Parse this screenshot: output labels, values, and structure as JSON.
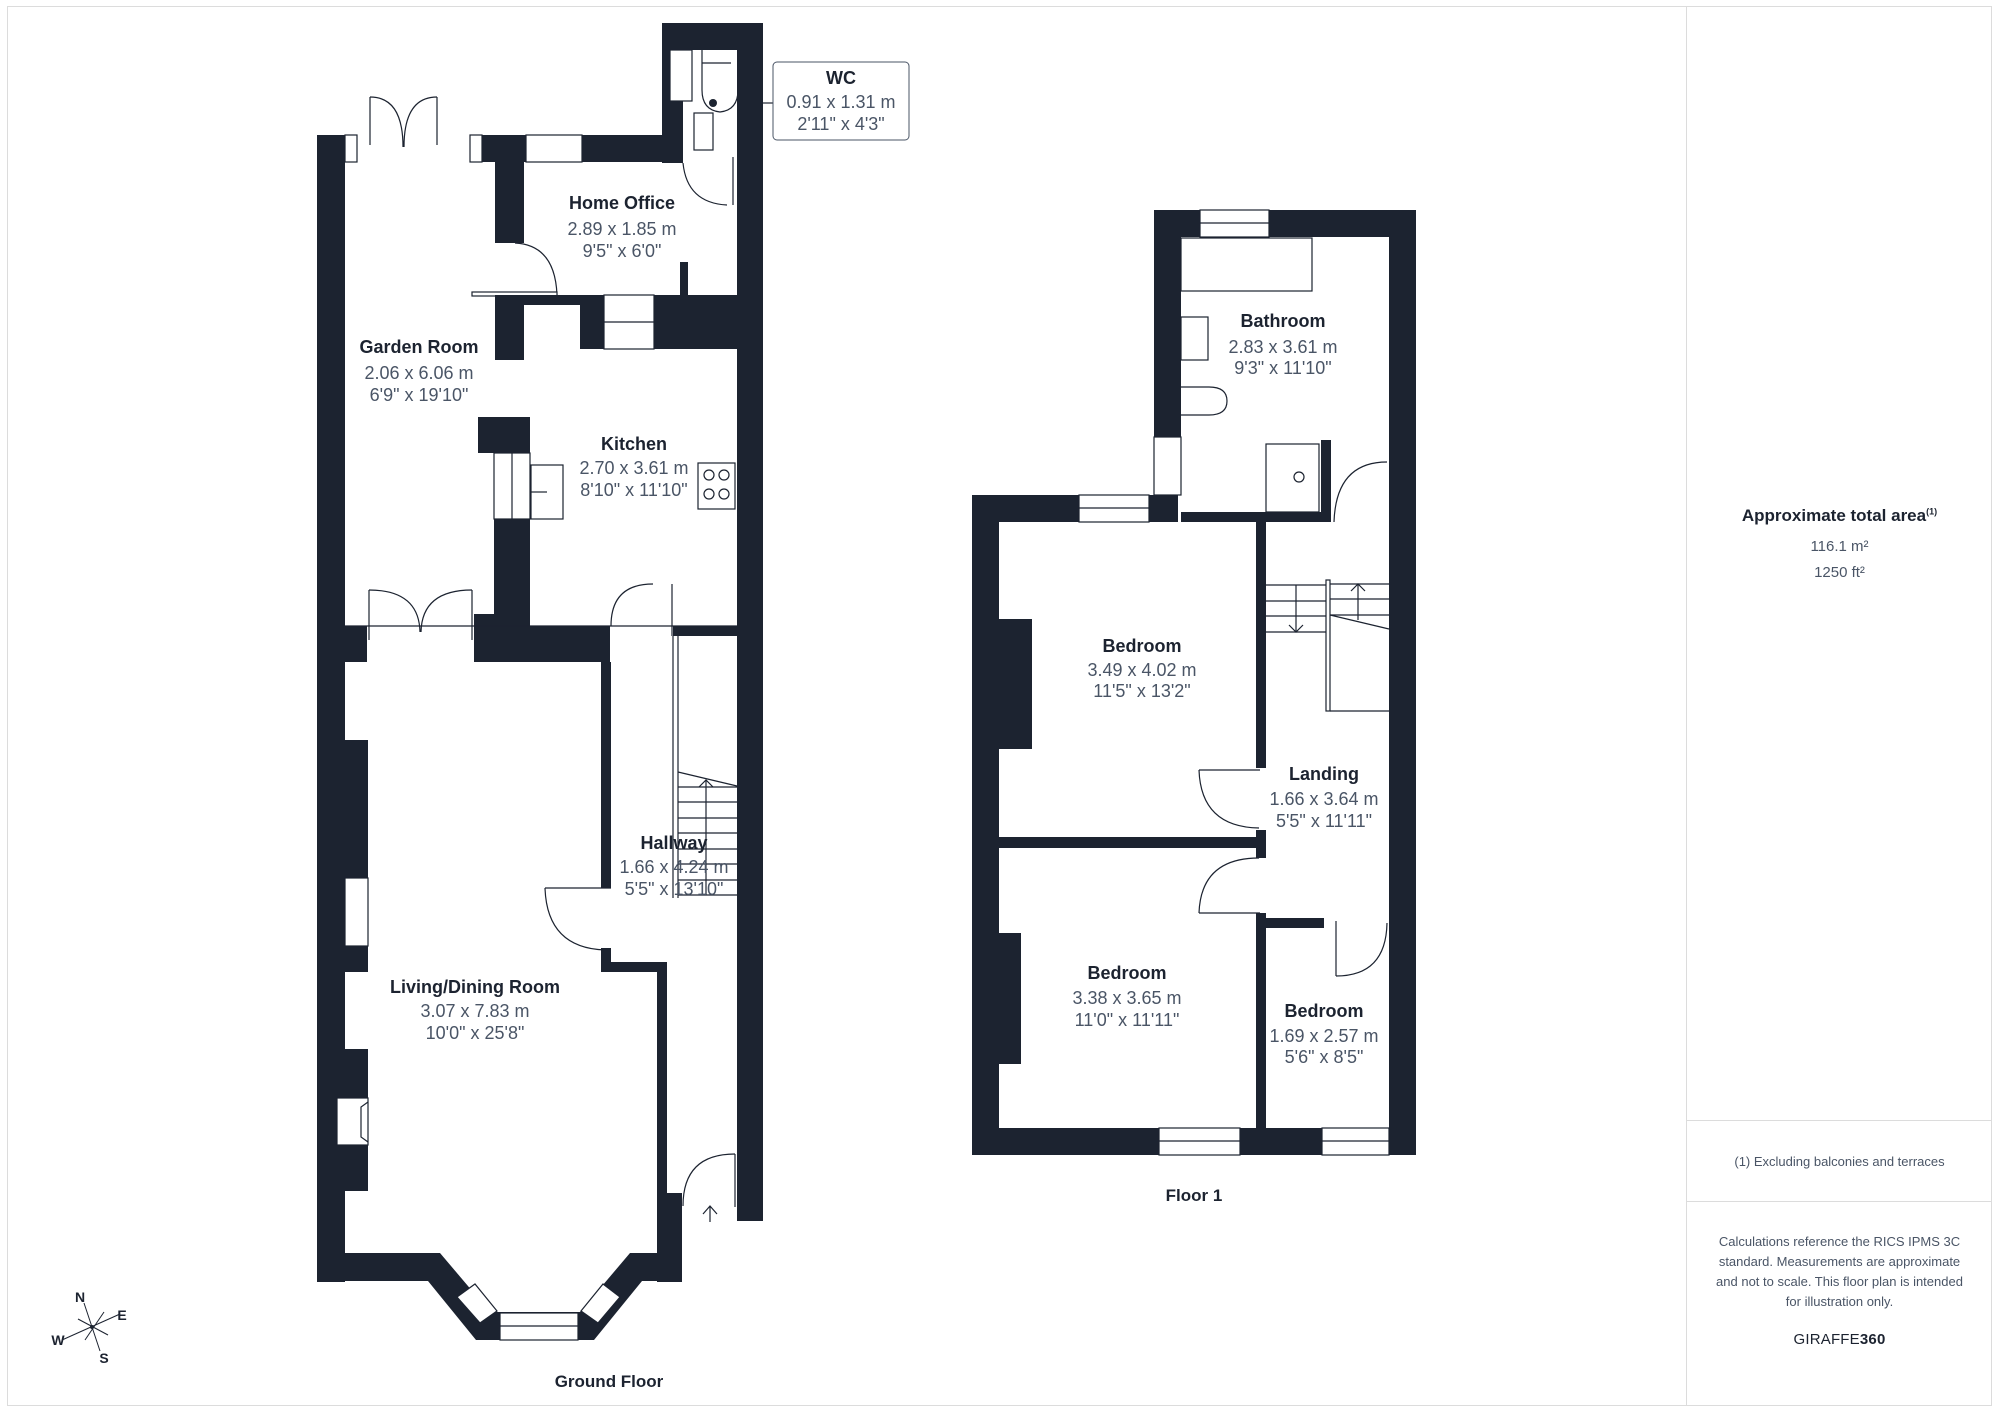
{
  "floors": {
    "ground": {
      "label": "Ground Floor",
      "rooms": {
        "wc": {
          "name": "WC",
          "metric": "0.91 x 1.31 m",
          "imperial": "2'11\" x 4'3\""
        },
        "home_office": {
          "name": "Home Office",
          "metric": "2.89 x 1.85 m",
          "imperial": "9'5\" x 6'0\""
        },
        "garden_room": {
          "name": "Garden Room",
          "metric": "2.06 x 6.06 m",
          "imperial": "6'9\" x 19'10\""
        },
        "kitchen": {
          "name": "Kitchen",
          "metric": "2.70 x 3.61 m",
          "imperial": "8'10\" x 11'10\""
        },
        "hallway": {
          "name": "Hallway",
          "metric": "1.66 x 4.24 m",
          "imperial": "5'5\" x 13'10\""
        },
        "living_dining": {
          "name": "Living/Dining Room",
          "metric": "3.07 x 7.83 m",
          "imperial": "10'0\" x 25'8\""
        }
      }
    },
    "first": {
      "label": "Floor 1",
      "rooms": {
        "bathroom": {
          "name": "Bathroom",
          "metric": "2.83 x 3.61 m",
          "imperial": "9'3\" x 11'10\""
        },
        "bedroom_1": {
          "name": "Bedroom",
          "metric": "3.49 x 4.02 m",
          "imperial": "11'5\" x 13'2\""
        },
        "landing": {
          "name": "Landing",
          "metric": "1.66 x 3.64 m",
          "imperial": "5'5\" x 11'11\""
        },
        "bedroom_2": {
          "name": "Bedroom",
          "metric": "3.38 x 3.65 m",
          "imperial": "11'0\" x 11'11\""
        },
        "bedroom_3": {
          "name": "Bedroom",
          "metric": "1.69 x 2.57 m",
          "imperial": "5'6\" x 8'5\""
        }
      }
    }
  },
  "compass": {
    "n": "N",
    "e": "E",
    "s": "S",
    "w": "W",
    "icon": "compass-rose-icon"
  },
  "summary": {
    "title": "Approximate total area",
    "footnote_marker": "(1)",
    "area_metric": "116.1 m²",
    "area_imperial": "1250 ft²",
    "footnote": "(1) Excluding balconies and terraces",
    "disclaimer": "Calculations reference the RICS IPMS 3C standard. Measurements are approximate and not to scale. This floor plan is intended for illustration only.",
    "brand_light": "GIRAFFE",
    "brand_bold": "360"
  },
  "colors": {
    "wall": "#1c2330",
    "text_dim": "#4a5566",
    "border": "#dcdcdc"
  }
}
